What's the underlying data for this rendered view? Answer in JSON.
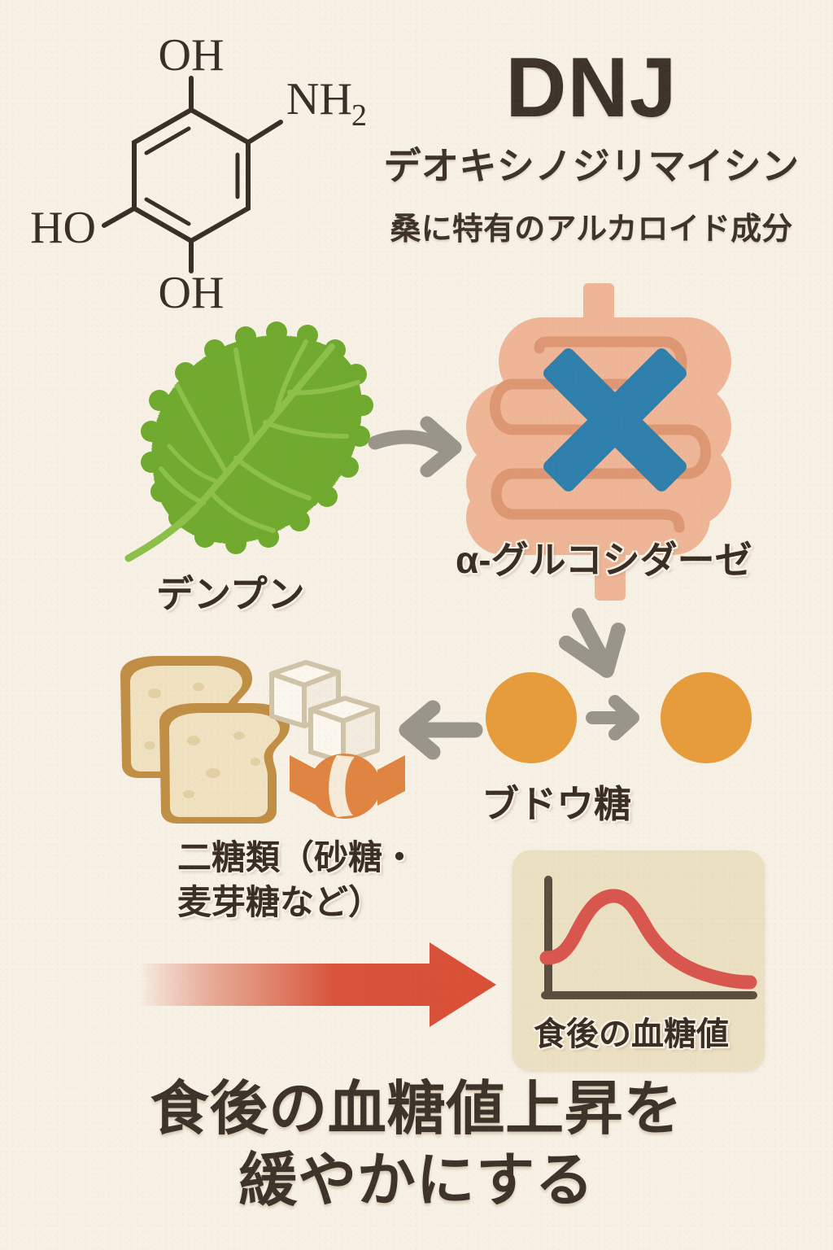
{
  "page": {
    "background_color": "#f7f1e5",
    "ink_color": "#3d332a"
  },
  "title": {
    "acronym": "DNJ",
    "reading": "デオキシノジリマイシン",
    "description": "桑に特有のアルカロイド成分"
  },
  "molecule": {
    "name": "deoxynojirimycin-structure",
    "substituents": {
      "top": "OH",
      "upper_right": "NH",
      "upper_right_subscript": "2",
      "left": "HO",
      "bottom": "OH"
    },
    "line_color": "#3a2f26"
  },
  "diagram": {
    "leaf": {
      "label": "デンプン",
      "fill": "#6faa2f",
      "vein_color": "#8dc04b",
      "name": "mulberry-leaf"
    },
    "intestine": {
      "label": "α-グルコシダーゼ",
      "fill": "#eeb596",
      "inner_line": "#dd9772",
      "block_mark": "×",
      "block_mark_color": "#2f7fad",
      "name": "intestine-illustration"
    },
    "glucose": {
      "label": "ブドウ糖",
      "fill": "#e79c3c",
      "count": 2,
      "name": "glucose-molecules"
    },
    "disaccharides": {
      "label": "二糖類（砂糖・麦芽糖など）",
      "label_line_1": "二糖類（砂糖・",
      "label_line_2": "麦芽糖など）",
      "items": [
        "bread-slices",
        "sugar-cubes",
        "candy"
      ],
      "bread_crust": "#c08e45",
      "bread_crumb": "#f0e2c0",
      "sugar_cube_fill": "#fbf7ee",
      "sugar_cube_edge": "#cfc3a8",
      "candy_fill": "#e08442"
    },
    "arrows": {
      "leaf_to_intestine": "curved-arrow-right",
      "intestine_to_glucose": "arrow-down-left",
      "glucose_to_glucose": "arrow-right-small",
      "glucose_to_disaccharides": "arrow-left",
      "result": "arrow-right-red-gradient",
      "gray": "#9a958b",
      "red": "#d94f36"
    }
  },
  "chart_card": {
    "label": "食後の血糖値",
    "background": "#ece0c3",
    "axis_color": "#5b4d40",
    "curve_color": "#d8564e"
  },
  "chart_data": {
    "type": "line",
    "title": "食後の血糖値",
    "xlabel": "",
    "ylabel": "",
    "series": [
      {
        "name": "食後の血糖値",
        "x": [
          0,
          5,
          12,
          22,
          30,
          40,
          52,
          65,
          78,
          90,
          100
        ],
        "values": [
          18,
          19,
          42,
          72,
          78,
          70,
          55,
          42,
          33,
          28,
          26
        ]
      }
    ],
    "xlim": [
      0,
      100
    ],
    "ylim": [
      0,
      100
    ],
    "grid": false,
    "legend": "none",
    "annotation": "食後に血糖値が急上昇したあと緩やかに低下する曲線"
  },
  "headline": {
    "line_1": "食後の血糖値上昇を",
    "line_2": "緩やかにする"
  }
}
